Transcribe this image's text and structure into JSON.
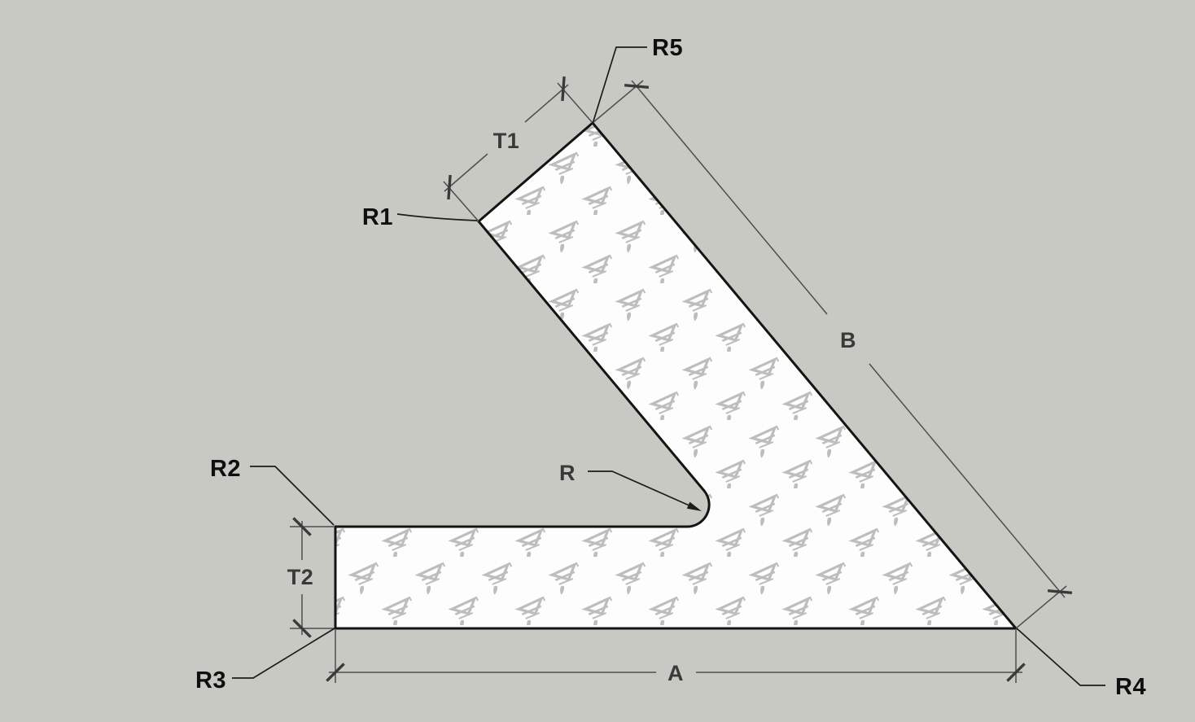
{
  "drawing": {
    "kind": "dimensioned part profile",
    "labels": {
      "t1": "T1",
      "t2": "T2",
      "a": "A",
      "b": "B",
      "r": "R",
      "r1": "R1",
      "r2": "R2",
      "r3": "R3",
      "r4": "R4",
      "r5": "R5"
    },
    "colors": {
      "background": "#c9c9c4",
      "part_fill": "#fdfdfd",
      "outline": "#141414",
      "dimension_line": "#4d4d4d",
      "tick": "#3a3a3a",
      "leader": "#1c1c1c",
      "dim_text": "#3a3a3a",
      "radius_text": "#0f0f0f",
      "watermark": "#bdbdbd"
    }
  }
}
